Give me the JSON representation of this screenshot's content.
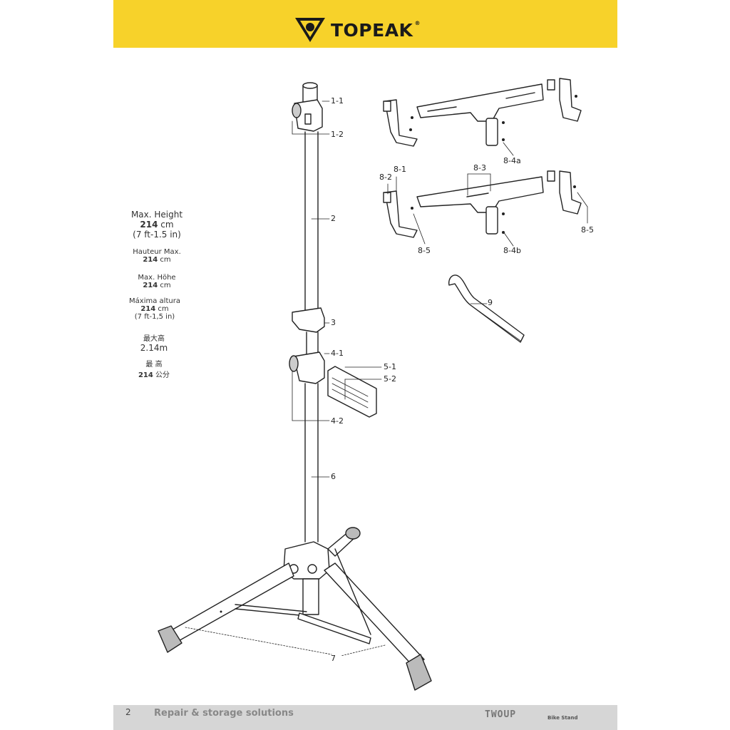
{
  "header": {
    "brand": "TOPEAK",
    "registered": "®"
  },
  "footer": {
    "page_number": "2",
    "title": "Repair & storage solutions",
    "product": "TWOUP",
    "product_sub": "Bike Stand"
  },
  "specs": {
    "en": {
      "label": "Max. Height",
      "value": "214",
      "unit": "cm",
      "imperial": "(7 ft-1.5 in)"
    },
    "fr": {
      "label": "Hauteur Max.",
      "value": "214",
      "unit": "cm"
    },
    "de": {
      "label": "Max. Höhe",
      "value": "214",
      "unit": "cm"
    },
    "es": {
      "label": "Máxima altura",
      "value": "214",
      "unit": "cm",
      "imperial": "(7 ft-1,5 in)"
    },
    "zh_tw": {
      "label": "最大高",
      "value": "2.14m"
    },
    "zh_cn": {
      "label": "最 高",
      "value": "214",
      "unit": "公分"
    }
  },
  "part_labels": {
    "p1_1": "1-1",
    "p1_2": "1-2",
    "p2": "2",
    "p3": "3",
    "p4_1": "4-1",
    "p4_2": "4-2",
    "p5_1": "5-1",
    "p5_2": "5-2",
    "p6": "6",
    "p7": "7",
    "p8_1": "8-1",
    "p8_2": "8-2",
    "p8_3": "8-3",
    "p8_4a": "8-4a",
    "p8_4b": "8-4b",
    "p8_5_left": "8-5",
    "p8_5_right": "8-5",
    "p9": "9"
  }
}
